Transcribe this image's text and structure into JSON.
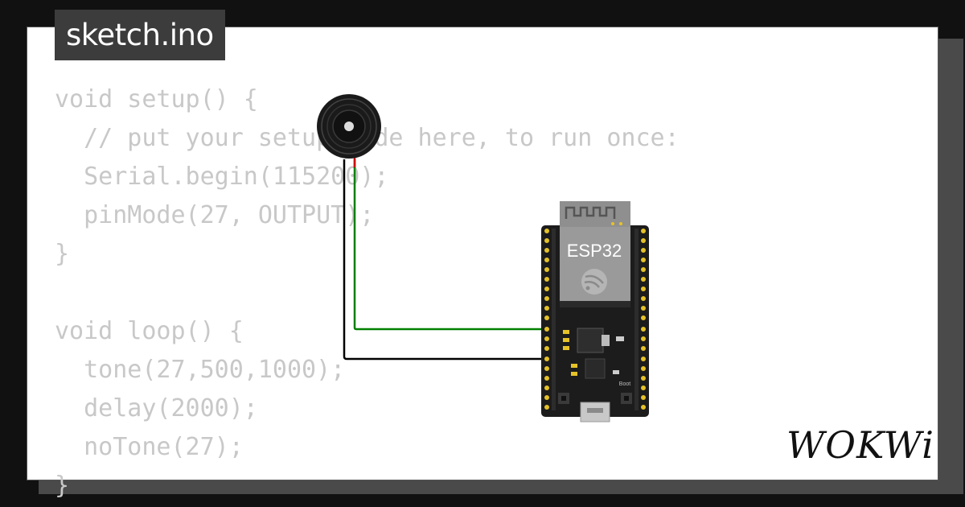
{
  "file_tab": {
    "label": "sketch.ino"
  },
  "code_lines": [
    "void setup() {",
    "  // put your setup code here, to run once:",
    "  Serial.begin(115200);",
    "  pinMode(27, OUTPUT);",
    "}",
    "",
    "void loop() {",
    "  tone(27,500,1000);",
    "  delay(2000);",
    "  noTone(27);",
    "}"
  ],
  "board": {
    "label": "ESP32",
    "boot_label": "Boot"
  },
  "brand": {
    "logo_text": "WOKWi"
  },
  "colors": {
    "background": "#111111",
    "code_text": "#c8c8c8",
    "wire_signal": "#008000",
    "wire_ground": "#000000",
    "board_pcb": "#1c1c1c",
    "module_shield": "#9a9a9a",
    "pin_pad": "#e6c229"
  }
}
